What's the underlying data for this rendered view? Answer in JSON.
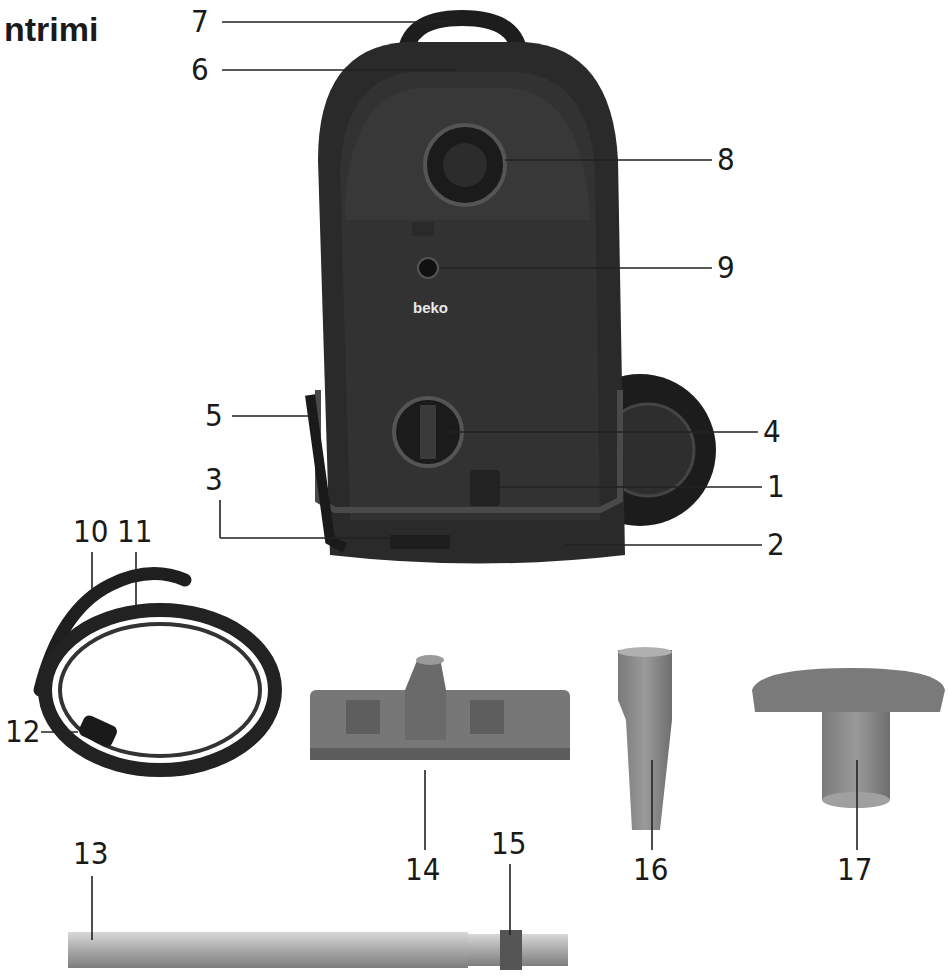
{
  "diagram": {
    "title": "ntrimi",
    "labels": [
      "7",
      "6",
      "8",
      "9",
      "beko",
      "5",
      "4",
      "3",
      "1",
      "2",
      "10",
      "11",
      "12",
      "13",
      "15",
      "14",
      "16",
      "17"
    ]
  }
}
